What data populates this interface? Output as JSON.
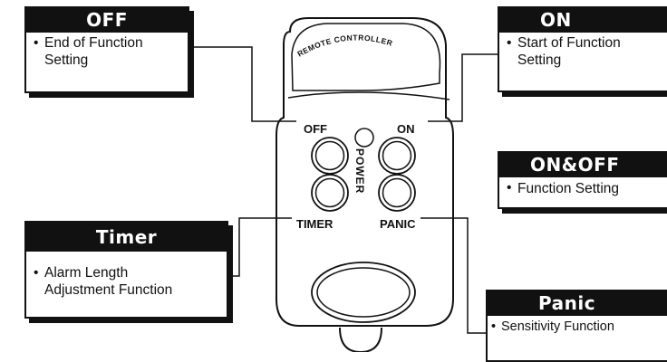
{
  "remote": {
    "brand_text": "REMOTE CONTROLLER",
    "off_label": "OFF",
    "on_label": "ON",
    "power_label": "POWER",
    "timer_label": "TIMER",
    "panic_label": "PANIC"
  },
  "callouts": {
    "off": {
      "title": "OFF",
      "bullet": "•",
      "lines": [
        "End of Function",
        "Setting"
      ]
    },
    "on": {
      "title": "ON",
      "bullet": "•",
      "lines": [
        "Start of Function",
        "Setting"
      ]
    },
    "onoff": {
      "title": "ON&OFF",
      "bullet": "•",
      "lines": [
        "Function Setting"
      ]
    },
    "timer": {
      "title": "Timer",
      "bullet": "•",
      "lines": [
        "Alarm Length",
        "Adjustment Function"
      ]
    },
    "panic": {
      "title": "Panic",
      "bullet": "•",
      "lines": [
        "Sensitivity Function"
      ]
    }
  },
  "colors": {
    "ink": "#111111",
    "paper": "#ffffff"
  }
}
